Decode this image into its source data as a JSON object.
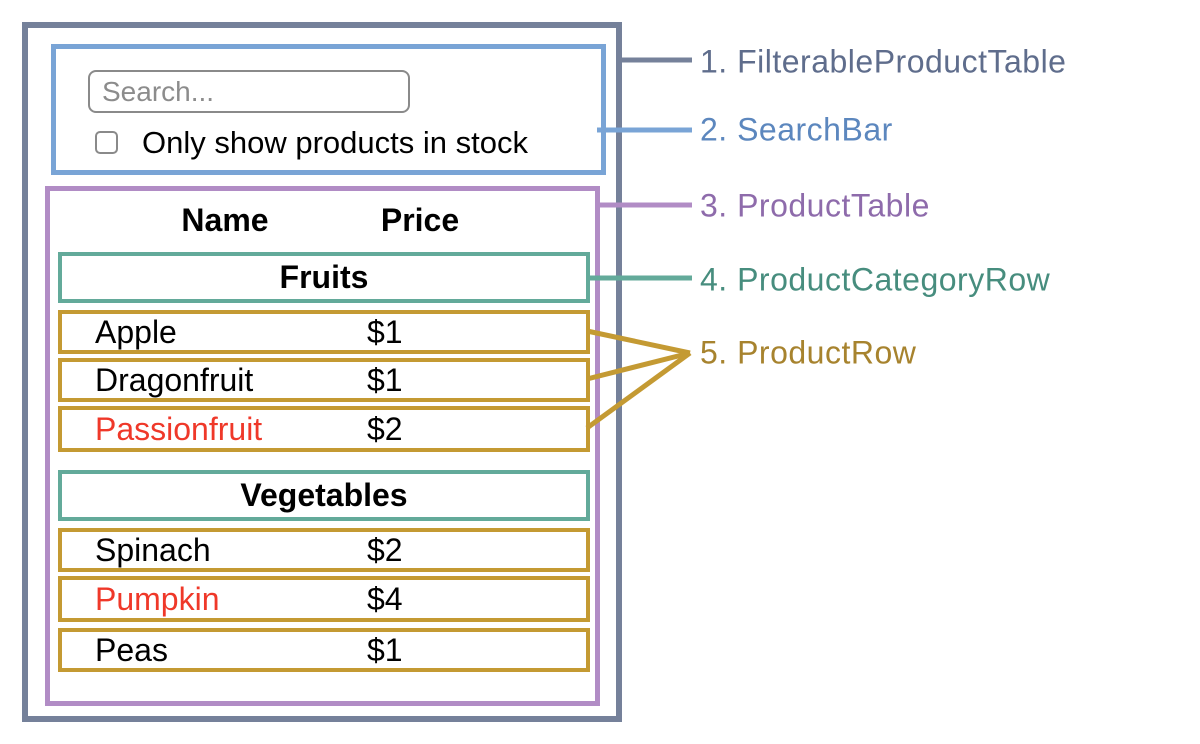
{
  "filterable_product_table": {
    "search_bar": {
      "input_placeholder": "Search...",
      "checkbox_label": "Only show products in stock",
      "checkbox_checked": false
    },
    "product_table": {
      "headers": {
        "name": "Name",
        "price": "Price"
      },
      "sections": [
        {
          "category": "Fruits",
          "rows": [
            {
              "name": "Apple",
              "price": "$1",
              "out_of_stock": false
            },
            {
              "name": "Dragonfruit",
              "price": "$1",
              "out_of_stock": false
            },
            {
              "name": "Passionfruit",
              "price": "$2",
              "out_of_stock": true
            }
          ]
        },
        {
          "category": "Vegetables",
          "rows": [
            {
              "name": "Spinach",
              "price": "$2",
              "out_of_stock": false
            },
            {
              "name": "Pumpkin",
              "price": "$4",
              "out_of_stock": true
            },
            {
              "name": "Peas",
              "price": "$1",
              "out_of_stock": false
            }
          ]
        }
      ]
    }
  },
  "legend": {
    "items": [
      {
        "label": "1. FilterableProductTable",
        "color": "#5F6D8C"
      },
      {
        "label": "2. SearchBar",
        "color": "#5C87BE"
      },
      {
        "label": "3. ProductTable",
        "color": "#8E6BAB"
      },
      {
        "label": "4. ProductCategoryRow",
        "color": "#478D7E"
      },
      {
        "label": "5. ProductRow",
        "color": "#A7832E"
      }
    ]
  },
  "colors": {
    "outer_border": "#75819A",
    "search_bar_border": "#79A4D6",
    "product_table_border": "#B18CC5",
    "category_row_border": "#63AA9A",
    "product_row_border": "#C49A33",
    "out_of_stock_text": "#EF3829",
    "background": "#FFFFFF"
  }
}
